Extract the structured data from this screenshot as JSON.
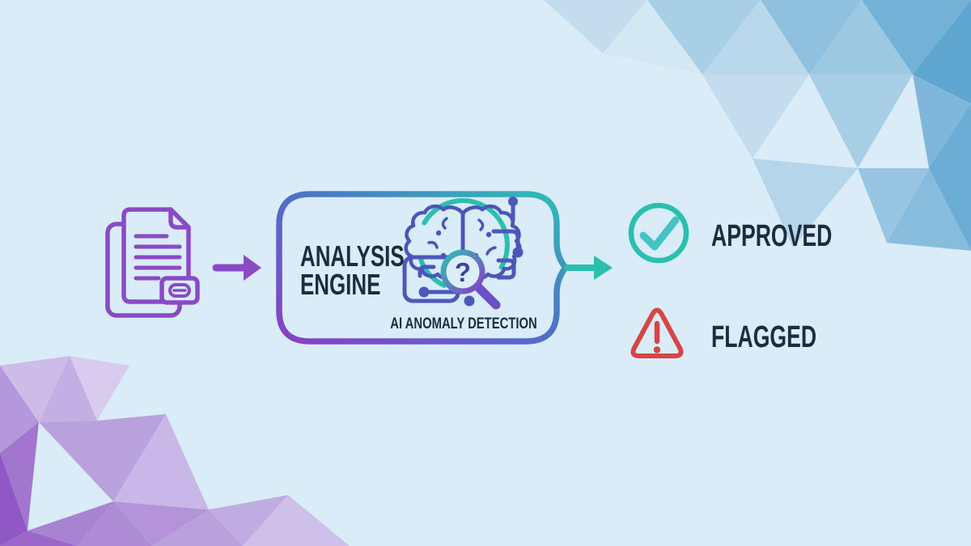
{
  "colors": {
    "background": "#d9ecf7",
    "purple": "#8a4ac6",
    "navy": "#1e2c3d",
    "teal": "#2bbfaf",
    "teal_check": "#43c3c3",
    "red": "#d74545",
    "brain_blue": "#4a56b9",
    "circuit_blue": "#4d58ba",
    "magnifier_handle": "#6b4fc4",
    "gradient_purple": "#8a3fc6",
    "gradient_blue": "#4f6fc9",
    "gradient_teal": "#2fbfb4"
  },
  "flow": {
    "input": {
      "icon": "document-with-link-badge-icon"
    },
    "input_arrow_icon": "right-arrow-icon",
    "engine": {
      "title_line1": "ANALYSIS",
      "title_line2": "ENGINE",
      "subtitle": "AI ANOMALY DETECTION",
      "icon": "ai-brain-magnifier-icon",
      "magnifier_glyph": "?"
    },
    "output_arrow_icon": "right-arrow-icon",
    "outcomes": [
      {
        "label": "APPROVED",
        "icon": "check-circle-icon",
        "color": "#2bbfaf"
      },
      {
        "label": "FLAGGED",
        "icon": "warning-triangle-icon",
        "color": "#d74545"
      }
    ]
  },
  "decorations": {
    "top_right": "blue-low-poly-triangles",
    "bottom_left": "purple-low-poly-triangles"
  }
}
